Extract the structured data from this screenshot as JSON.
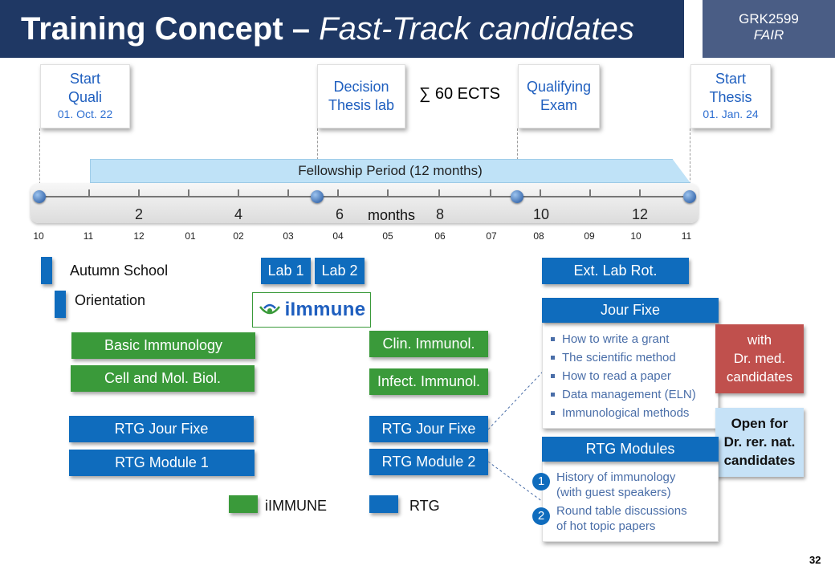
{
  "header": {
    "title_main": "Training Concept – ",
    "title_italic": "Fast-Track candidates",
    "badge_line1": "GRK2599",
    "badge_line2": "FAIR"
  },
  "milestones": {
    "start_quali": {
      "line1": "Start",
      "line2": "Quali",
      "date": "01. Oct. 22"
    },
    "decision": {
      "line1": "Decision",
      "line2": "Thesis lab"
    },
    "ects": "∑ 60 ECTS",
    "qualifying": {
      "line1": "Qualifying",
      "line2": "Exam"
    },
    "start_thesis": {
      "line1": "Start",
      "line2": "Thesis",
      "date": "01. Jan. 24"
    }
  },
  "timeline": {
    "fellowship": "Fellowship Period (12 months)",
    "unit": "months",
    "numbers": [
      "2",
      "4",
      "6",
      "8",
      "10",
      "12"
    ],
    "month_labels": [
      "10",
      "11",
      "12",
      "01",
      "02",
      "03",
      "04",
      "05",
      "06",
      "07",
      "08",
      "09",
      "10",
      "11"
    ]
  },
  "courses": {
    "autumn_school": "Autumn School",
    "orientation": "Orientation",
    "lab1": "Lab 1",
    "lab2": "Lab 2",
    "ext_lab": "Ext. Lab Rot.",
    "immune_logo_text": "iImmune",
    "basic_immunology": "Basic Immunology",
    "cell_mol": "Cell and Mol. Biol.",
    "clin_immunol": "Clin. Immunol.",
    "infect_immunol": "Infect. Immunol.",
    "rtg_jour_fixe_1": "RTG Jour Fixe",
    "rtg_module_1": "RTG Module 1",
    "rtg_jour_fixe_2": "RTG Jour Fixe",
    "rtg_module_2": "RTG Module 2"
  },
  "jour_fixe": {
    "title": "Jour Fixe",
    "items": [
      "How to write a grant",
      "The scientific method",
      "How to read a paper",
      "Data management (ELN)",
      "Immunological methods"
    ]
  },
  "notes": {
    "red_line1": "with",
    "red_line2": "Dr. med.",
    "red_line3": "candidates",
    "blue_line1": "Open for",
    "blue_line2": "Dr. rer. nat.",
    "blue_line3": "candidates"
  },
  "rtg_modules": {
    "title": "RTG Modules",
    "items": [
      {
        "num": "1",
        "line1": "History of immunology",
        "line2": "(with guest speakers)"
      },
      {
        "num": "2",
        "line1": "Round table discussions",
        "line2": "of hot topic papers"
      }
    ]
  },
  "legend": {
    "green_label": "iIMMUNE",
    "blue_label": "RTG",
    "green_color": "#3a9a3a",
    "blue_color": "#0f6cbd"
  },
  "page_number": "32"
}
